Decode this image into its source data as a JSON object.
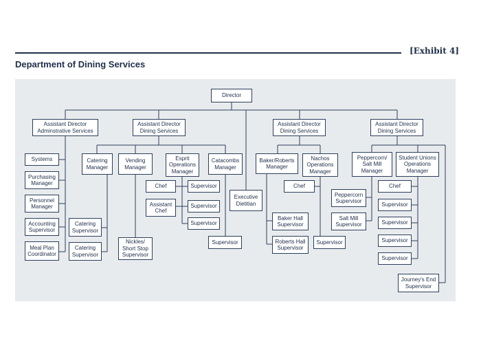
{
  "header": {
    "exhibit": "[Exhibit 4]",
    "title": "Department of Dining Services"
  },
  "boxes": {
    "director": "Director",
    "ad_admin": "Assistant Director\nAdminstrative Services",
    "ad_dining_1": "Assistant Director\nDining Services",
    "ad_dining_2": "Assistant Director\nDining Services",
    "ad_dining_3": "Assistant Director\nDining Services",
    "systems": "Systems",
    "purchasing_manager": "Purchasing\nManager",
    "personnel_manager": "Personnel\nManager",
    "accounting_supervisor": "Accounting\nSupervisor",
    "meal_plan_coordinator": "Meal Plan\nCoordinator",
    "catering_manager": "Catering\nManager",
    "catering_supervisor_1": "Catering\nSupervisor",
    "catering_supervisor_2": "Catering\nSupervisor",
    "vending_manager": "Vending\nManager",
    "nickles_supervisor": "Nickles/\nShort Stop\nSupervisor",
    "esprit_manager": "Esprit\nOperations\nManager",
    "esprit_chef": "Chef",
    "esprit_assistant_chef": "Assistant\nChef",
    "esprit_supervisor_1": "Supervisor",
    "esprit_supervisor_2": "Supervisor",
    "esprit_supervisor_3": "Supervisor",
    "catacombs_manager": "Catacombs\nManager",
    "catacombs_supervisor": "Supervisor",
    "executive_dietitian": "Executive\nDietitian",
    "baker_roberts_manager": "Baker/Roberts\nManager",
    "baker_hall_supervisor": "Baker Hall\nSupervisor",
    "roberts_hall_supervisor": "Roberts Hall\nSupervisor",
    "nachos_manager": "Nachos\nOperations\nManager",
    "nachos_chef": "Chef",
    "nachos_supervisor": "Supervisor",
    "peppercorn_manager": "Peppercorn/\nSalt Mill\nManager",
    "peppercorn_supervisor": "Peppercorn\nSupervisor",
    "salt_mill_supervisor": "Salt Mill\nSupervisor",
    "student_unions_manager": "Student Unions\nOperations\nManager",
    "su_chef": "Chef",
    "su_supervisor_1": "Supervisor",
    "su_supervisor_2": "Supervisor",
    "su_supervisor_3": "Supervisor",
    "su_supervisor_4": "Supervisor",
    "journeys_end_supervisor": "Journey's End\nSupervisor"
  }
}
